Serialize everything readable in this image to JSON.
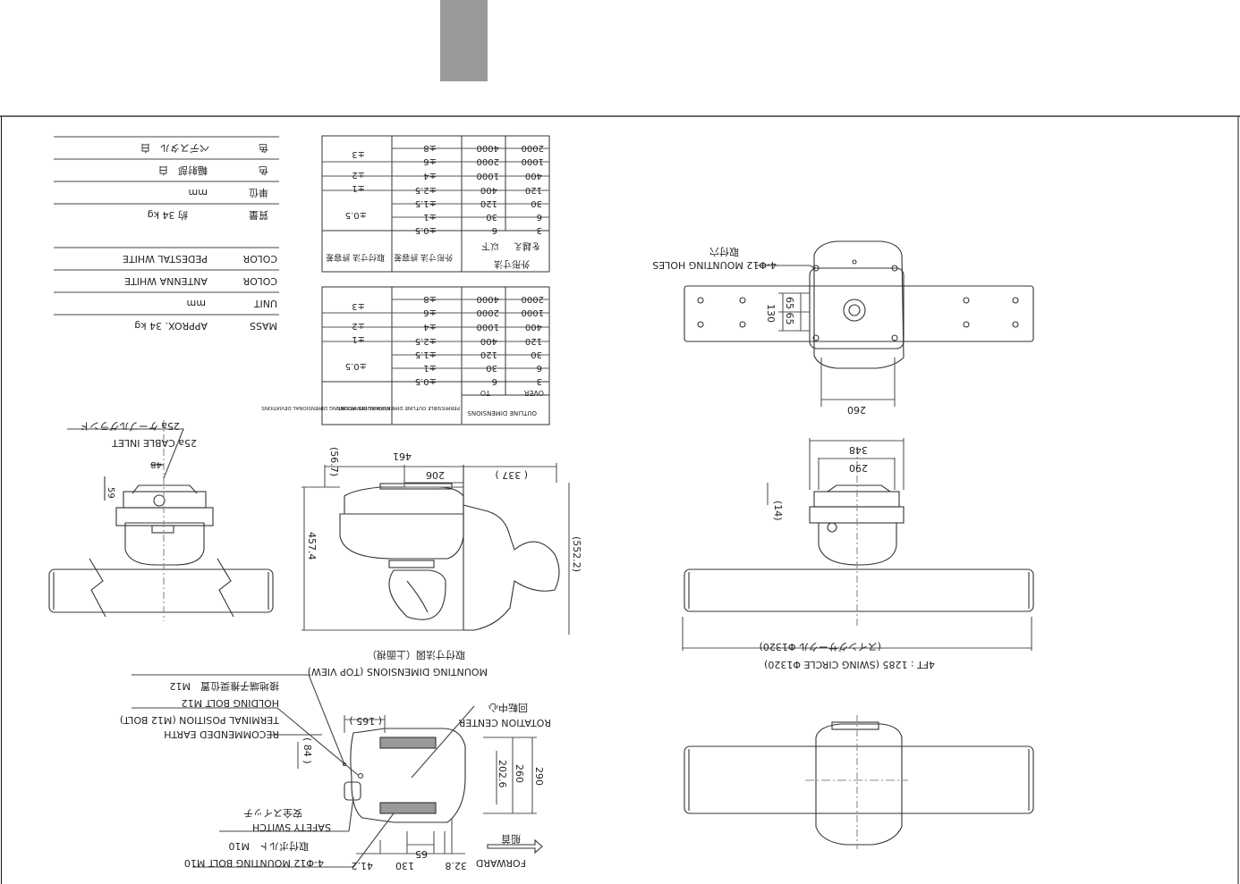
{
  "spec_en": [
    {
      "label": "MASS",
      "value": "APPROX.  34 kg"
    },
    {
      "label": "UNIT",
      "value": "mm"
    },
    {
      "label": "COLOR",
      "value": "ANTENNA   WHITE"
    },
    {
      "label": "COLOR",
      "value": "PEDESTAL   WHITE"
    }
  ],
  "spec_jp": [
    {
      "label": "質量",
      "value": "約 34 kg"
    },
    {
      "label": "単位",
      "value": "mm"
    },
    {
      "label": "色",
      "value": "輻射部　白"
    },
    {
      "label": "色",
      "value": "ペデスタル　白"
    }
  ],
  "tol_en": {
    "h_outline": "OUTLINE DIMENSIONS",
    "h_over": "OVER",
    "h_to": "TO",
    "h_outline_dev": "PERMISSIBLE OUTLINE DIMENSIONAL DEVIATIONS",
    "h_mount_dev": "PERMISSIBLE MOUNTING DIMENSIONAL DEVIATIONS",
    "rows": [
      {
        "over": "3",
        "to": "6",
        "dev": "±0.5"
      },
      {
        "over": "6",
        "to": "30",
        "dev": "±1"
      },
      {
        "over": "30",
        "to": "120",
        "dev": "±1.5"
      },
      {
        "over": "120",
        "to": "400",
        "dev": "±2.5"
      },
      {
        "over": "400",
        "to": "1000",
        "dev": "±4"
      },
      {
        "over": "1000",
        "to": "2000",
        "dev": "±6"
      },
      {
        "over": "2000",
        "to": "4000",
        "dev": "±8"
      }
    ],
    "mount": [
      "±0.5",
      "±1",
      "±2",
      "±3"
    ]
  },
  "tol_jp": {
    "h_outline": "外形寸法",
    "h_over": "を越え",
    "h_to": "以下",
    "h_outline_dev": "外形寸法 許容差",
    "h_mount_dev": "取付寸法 許容差",
    "rows": [
      {
        "over": "3",
        "to": "6",
        "dev": "±0.5"
      },
      {
        "over": "6",
        "to": "30",
        "dev": "±1"
      },
      {
        "over": "30",
        "to": "120",
        "dev": "±1.5"
      },
      {
        "over": "120",
        "to": "400",
        "dev": "±2.5"
      },
      {
        "over": "400",
        "to": "1000",
        "dev": "±4"
      },
      {
        "over": "1000",
        "to": "2000",
        "dev": "±6"
      },
      {
        "over": "2000",
        "to": "4000",
        "dev": "±8"
      }
    ],
    "mount": [
      "±0.5",
      "±1",
      "±2",
      "±3"
    ]
  },
  "side_view": {
    "cable_inlet_en": "25a CABLE INLET",
    "cable_inlet_jp": "25a ケーブルグランド",
    "dim_48": "48",
    "dim_59": "59"
  },
  "mount_view": {
    "dim_461": "461",
    "dim_567": "(56.7)",
    "dim_206": "206",
    "dim_337": "( 337 )",
    "dim_4574": "457.4",
    "dim_5522": "(552.2)",
    "title_en": "MOUNTING DIMENSIONS (TOP VIEW)",
    "title_jp": "取付寸法図（上面視）"
  },
  "top_view": {
    "earth_jp": "接地端子推奨位置　M12",
    "holding_bolt": "HOLDING BOLT M12",
    "earth_en1": "TERMINAL POSITION (M12 BOLT)",
    "earth_en2": "RECOMMENDED EARTH",
    "rotation_en": "ROTATION CENTER",
    "rotation_jp": "回転中心",
    "dim_165": "( 165 )",
    "dim_84": "( 84 )",
    "dim_2026": "202.6",
    "dim_260": "260",
    "dim_290": "290",
    "safety_en": "SAFETY SWITCH",
    "safety_jp": "安全スイッチ",
    "bolt_jp": "取付ボルト　M10",
    "bolt_en": "4-Φ12 MOUNTING BOLT M10",
    "forward_jp": "船首",
    "forward_en": "FORWARD",
    "dim_412": "41.2",
    "dim_130": "130",
    "dim_65": "65",
    "dim_328": "32.8"
  },
  "right_top": {
    "holes_jp": "取付穴",
    "holes_en": "4-Φ12  MOUNTING HOLES",
    "dim_6565": "65  65",
    "dim_130": "130",
    "dim_260": "260"
  },
  "right_front": {
    "dim_348": "348",
    "dim_290": "290",
    "dim_14": "(14)",
    "swing_jp": "(スイングサークル Φ1320)",
    "swing_en": "4FT  :  1285 (SWING CIRCLE Φ1320)"
  }
}
